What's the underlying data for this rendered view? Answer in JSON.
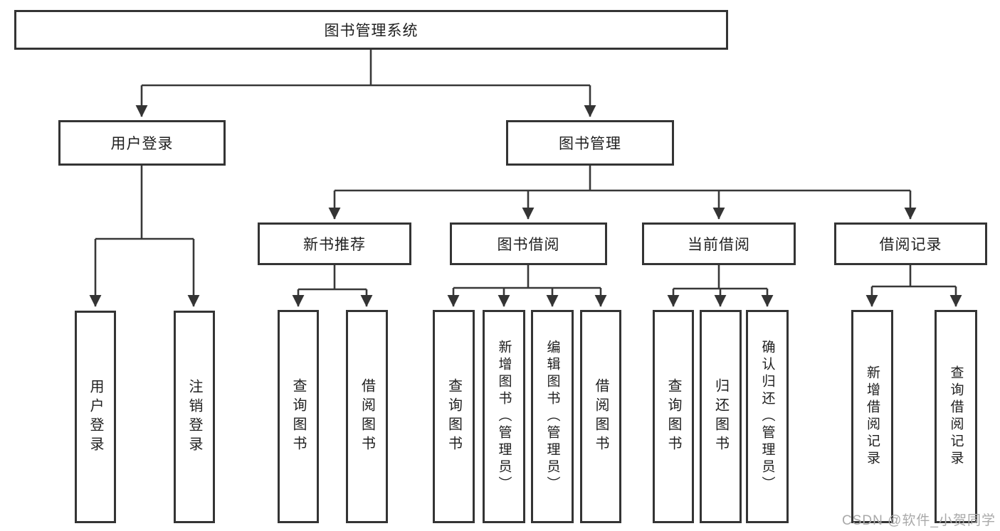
{
  "colors": {
    "line": "#383838",
    "box_border": "#343434",
    "box_fill": "#ffffff",
    "text": "#1f1f1f",
    "watermark": "#a9a9a9"
  },
  "watermark": {
    "text": "CSDN @软件_小贺同学"
  },
  "tree": {
    "root": {
      "label": "图书管理系统"
    },
    "branches": [
      {
        "label": "用户登录",
        "children": [
          {
            "label": "用户登录"
          },
          {
            "label": "注销登录"
          }
        ]
      },
      {
        "label": "图书管理",
        "groups": [
          {
            "label": "新书推荐",
            "children": [
              {
                "label": "查询图书"
              },
              {
                "label": "借阅图书"
              }
            ]
          },
          {
            "label": "图书借阅",
            "children": [
              {
                "label": "查询图书"
              },
              {
                "label": "新增图书（管理员）"
              },
              {
                "label": "编辑图书（管理员）"
              },
              {
                "label": "借阅图书"
              }
            ]
          },
          {
            "label": "当前借阅",
            "children": [
              {
                "label": "查询图书"
              },
              {
                "label": "归还图书"
              },
              {
                "label": "确认归还（管理员）"
              }
            ]
          },
          {
            "label": "借阅记录",
            "children": [
              {
                "label": "新增借阅记录"
              },
              {
                "label": "查询借阅记录"
              }
            ]
          }
        ]
      }
    ]
  }
}
